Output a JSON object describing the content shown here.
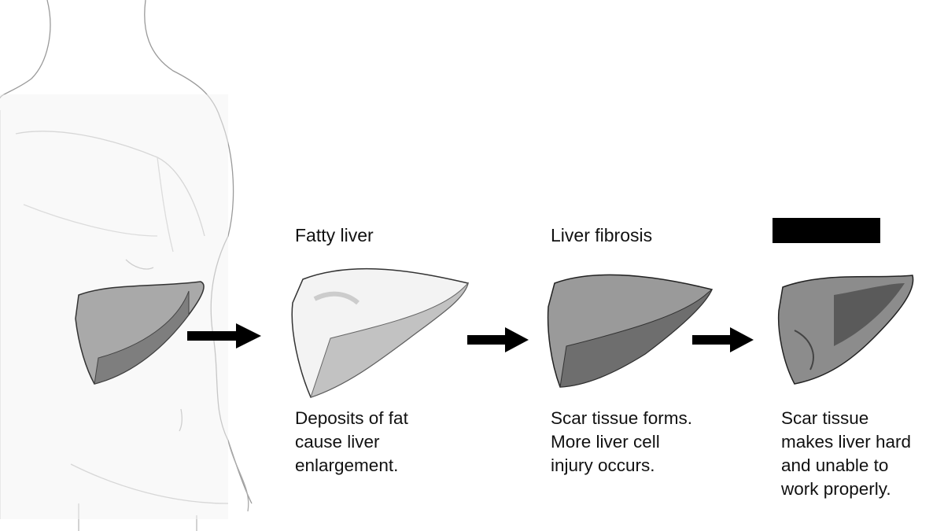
{
  "stages": [
    {
      "title": "Fatty liver",
      "caption": [
        "Deposits of fat",
        "cause liver",
        "enlargement."
      ]
    },
    {
      "title": "Liver fibrosis",
      "caption": [
        "Scar tissue forms.",
        "More liver cell",
        "injury occurs."
      ]
    },
    {
      "title": "",
      "caption": [
        "Scar tissue",
        "makes liver hard",
        "and unable to",
        "work properly."
      ]
    }
  ],
  "colors": {
    "redaction": "#000000",
    "arrow": "#000000",
    "liver_light": "#a9a9a9",
    "liver_dark": "#7e7e7e"
  }
}
